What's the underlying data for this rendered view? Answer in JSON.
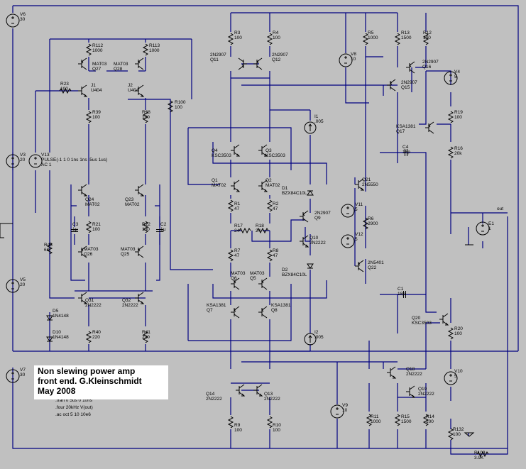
{
  "title_lines": [
    "Non slewing power amp",
    "front end. G.Kleinschmidt",
    "May 2008"
  ],
  "directives": [
    ".tran 0 5us 0 10ns",
    ".four 20kHz V(out)",
    ".ac oct 5 10 10e6"
  ],
  "net_labels": {
    "out": "out"
  },
  "components": [
    {
      "id": "V6",
      "lines": [
        "V6",
        "30"
      ]
    },
    {
      "id": "V3",
      "lines": [
        "V3",
        "20"
      ]
    },
    {
      "id": "V13",
      "lines": [
        "V13",
        "PULSE(-1 1 0 1ns 1ns .5us 1us)",
        "AC 1"
      ]
    },
    {
      "id": "V5",
      "lines": [
        "V5",
        "20"
      ]
    },
    {
      "id": "V7",
      "lines": [
        "V7",
        "30"
      ]
    },
    {
      "id": "R23",
      "lines": [
        "R23",
        "100"
      ]
    },
    {
      "id": "R112",
      "lines": [
        "R112",
        "1000"
      ]
    },
    {
      "id": "R113",
      "lines": [
        "R113",
        "1000"
      ]
    },
    {
      "id": "Q27",
      "lines": [
        "MAT03",
        "Q27"
      ]
    },
    {
      "id": "Q28",
      "lines": [
        "MAT03",
        "Q28"
      ]
    },
    {
      "id": "J1",
      "lines": [
        "J1",
        "U404"
      ]
    },
    {
      "id": "J2",
      "lines": [
        "J2",
        "U404"
      ]
    },
    {
      "id": "R39",
      "lines": [
        "R39",
        "100"
      ]
    },
    {
      "id": "R38",
      "lines": [
        "R38",
        "100"
      ]
    },
    {
      "id": "R100",
      "lines": [
        "R100",
        "100"
      ]
    },
    {
      "id": "Q24",
      "lines": [
        "Q24",
        "MAT02"
      ]
    },
    {
      "id": "Q23",
      "lines": [
        "Q23",
        "MAT02"
      ]
    },
    {
      "id": "C3",
      "lines": [
        "C3",
        "1µ"
      ]
    },
    {
      "id": "C2",
      "lines": [
        "C2",
        "1µ"
      ]
    },
    {
      "id": "R21",
      "lines": [
        "R21",
        "100"
      ]
    },
    {
      "id": "R22",
      "lines": [
        "R22",
        "100"
      ]
    },
    {
      "id": "R43",
      "lines": [
        "R43",
        "6K"
      ]
    },
    {
      "id": "Q26",
      "lines": [
        "MAT03",
        "Q26"
      ]
    },
    {
      "id": "Q25",
      "lines": [
        "MAT03",
        "Q25"
      ]
    },
    {
      "id": "Q31",
      "lines": [
        "Q31",
        "2N2222"
      ]
    },
    {
      "id": "Q32",
      "lines": [
        "Q32",
        "2N2222"
      ]
    },
    {
      "id": "D5",
      "lines": [
        "D5",
        "1N4148"
      ]
    },
    {
      "id": "D10",
      "lines": [
        "D10",
        "1N4148"
      ]
    },
    {
      "id": "R40",
      "lines": [
        "R40",
        "220"
      ]
    },
    {
      "id": "R41",
      "lines": [
        "R41",
        "220"
      ]
    },
    {
      "id": "R3",
      "lines": [
        "R3",
        "100"
      ]
    },
    {
      "id": "R4",
      "lines": [
        "R4",
        "100"
      ]
    },
    {
      "id": "Q11",
      "lines": [
        "2N2907",
        "Q11"
      ]
    },
    {
      "id": "Q12",
      "lines": [
        "2N2907",
        "Q12"
      ]
    },
    {
      "id": "Q4",
      "lines": [
        "Q4",
        "KSC3503"
      ]
    },
    {
      "id": "Q3",
      "lines": [
        "Q3",
        "KSC3503"
      ]
    },
    {
      "id": "Q1",
      "lines": [
        "Q1",
        "MAT02"
      ]
    },
    {
      "id": "Q2",
      "lines": [
        "Q2",
        "MAT02"
      ]
    },
    {
      "id": "R1",
      "lines": [
        "R1",
        "47"
      ]
    },
    {
      "id": "R2",
      "lines": [
        "R2",
        "47"
      ]
    },
    {
      "id": "R17",
      "lines": [
        "R17",
        "24"
      ]
    },
    {
      "id": "R18",
      "lines": [
        "R18",
        "24"
      ]
    },
    {
      "id": "R7",
      "lines": [
        "R7",
        "47"
      ]
    },
    {
      "id": "R8",
      "lines": [
        "R8",
        "47"
      ]
    },
    {
      "id": "Q6",
      "lines": [
        "MAT03",
        "Q6"
      ]
    },
    {
      "id": "Q5",
      "lines": [
        "MAT03",
        "Q5"
      ]
    },
    {
      "id": "Q7",
      "lines": [
        "KSA1381",
        "Q7"
      ]
    },
    {
      "id": "Q8",
      "lines": [
        "KSA1381",
        "Q8"
      ]
    },
    {
      "id": "I1",
      "lines": [
        "I1",
        ".005"
      ]
    },
    {
      "id": "I2",
      "lines": [
        "I2",
        ".005"
      ]
    },
    {
      "id": "D1",
      "lines": [
        "D1",
        "BZX84C10L"
      ]
    },
    {
      "id": "D2",
      "lines": [
        "D2",
        "BZX84C10L"
      ]
    },
    {
      "id": "Q9",
      "lines": [
        "2N2907",
        "Q9"
      ]
    },
    {
      "id": "Q10",
      "lines": [
        "Q10",
        "2N2222"
      ]
    },
    {
      "id": "Q14",
      "lines": [
        "Q14",
        "2N2222"
      ]
    },
    {
      "id": "Q13",
      "lines": [
        "Q13",
        "2N2222"
      ]
    },
    {
      "id": "R9",
      "lines": [
        "R9",
        "100"
      ]
    },
    {
      "id": "R10",
      "lines": [
        "R10",
        "100"
      ]
    },
    {
      "id": "R5",
      "lines": [
        "R5",
        "1000"
      ]
    },
    {
      "id": "V8",
      "lines": [
        "V8",
        "10"
      ]
    },
    {
      "id": "R13",
      "lines": [
        "R13",
        "1500"
      ]
    },
    {
      "id": "R12",
      "lines": [
        "R12",
        "100"
      ]
    },
    {
      "id": "Q15",
      "lines": [
        "2N2907",
        "Q15"
      ]
    },
    {
      "id": "Q16",
      "lines": [
        "2N2907",
        "Q16"
      ]
    },
    {
      "id": "V4",
      "lines": [
        "V4",
        "5"
      ]
    },
    {
      "id": "R19",
      "lines": [
        "R19",
        "100"
      ]
    },
    {
      "id": "Q17",
      "lines": [
        "KSA1381",
        "Q17"
      ]
    },
    {
      "id": "R16",
      "lines": [
        "R16",
        "20k"
      ]
    },
    {
      "id": "C4",
      "lines": [
        "C4",
        "18p"
      ]
    },
    {
      "id": "Q21",
      "lines": [
        "Q21",
        "2N5550"
      ]
    },
    {
      "id": "V11",
      "lines": [
        "V11",
        "5"
      ]
    },
    {
      "id": "R6",
      "lines": [
        "R6",
        "2900"
      ]
    },
    {
      "id": "V12",
      "lines": [
        "V12",
        "5"
      ]
    },
    {
      "id": "Q22",
      "lines": [
        "2N5401",
        "Q22"
      ]
    },
    {
      "id": "E1",
      "lines": [
        "E1",
        "1"
      ]
    },
    {
      "id": "C1",
      "lines": [
        "C1",
        "18p"
      ]
    },
    {
      "id": "Q20",
      "lines": [
        "Q20",
        "KSC3503"
      ]
    },
    {
      "id": "R20",
      "lines": [
        "R20",
        "100"
      ]
    },
    {
      "id": "V10",
      "lines": [
        "V10",
        "5"
      ]
    },
    {
      "id": "Q18",
      "lines": [
        "Q18",
        "2N2222"
      ]
    },
    {
      "id": "Q19",
      "lines": [
        "Q19",
        "2N2222"
      ]
    },
    {
      "id": "V9",
      "lines": [
        "V9",
        "10"
      ]
    },
    {
      "id": "R11",
      "lines": [
        "R11",
        "1000"
      ]
    },
    {
      "id": "R15",
      "lines": [
        "R15",
        "1500"
      ]
    },
    {
      "id": "R14",
      "lines": [
        "R14",
        "100"
      ]
    },
    {
      "id": "R132",
      "lines": [
        "R132",
        "100"
      ]
    },
    {
      "id": "R109",
      "lines": [
        "R109",
        "3.9K"
      ]
    }
  ]
}
